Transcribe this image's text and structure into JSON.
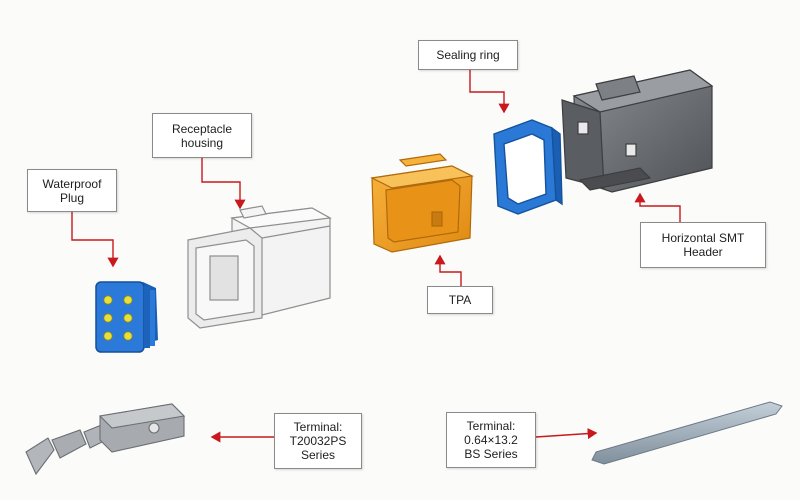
{
  "colors": {
    "leader": "#c8191e",
    "plug_blue": "#1f6fd1",
    "plug_dot": "#e8e03a",
    "housing_white": "#f1f1f1",
    "tpa_orange": "#f2a022",
    "seal_blue": "#2a79d6",
    "header_gray": "#6d7074",
    "terminal_gray": "#a7abaf",
    "pin_gray": "#9aa9b5"
  },
  "labels": {
    "waterproof_plug": [
      "Waterproof",
      "Plug"
    ],
    "receptacle_housing": [
      "Receptacle",
      "housing"
    ],
    "tpa": [
      "TPA"
    ],
    "sealing_ring": [
      "Sealing ring"
    ],
    "horizontal_smt_header": [
      "Horizontal SMT",
      "Header"
    ],
    "terminal_t20032ps": [
      "Terminal:",
      "T20032PS",
      "Series"
    ],
    "terminal_bs": [
      "Terminal:",
      "0.64×13.2",
      "BS Series"
    ]
  }
}
